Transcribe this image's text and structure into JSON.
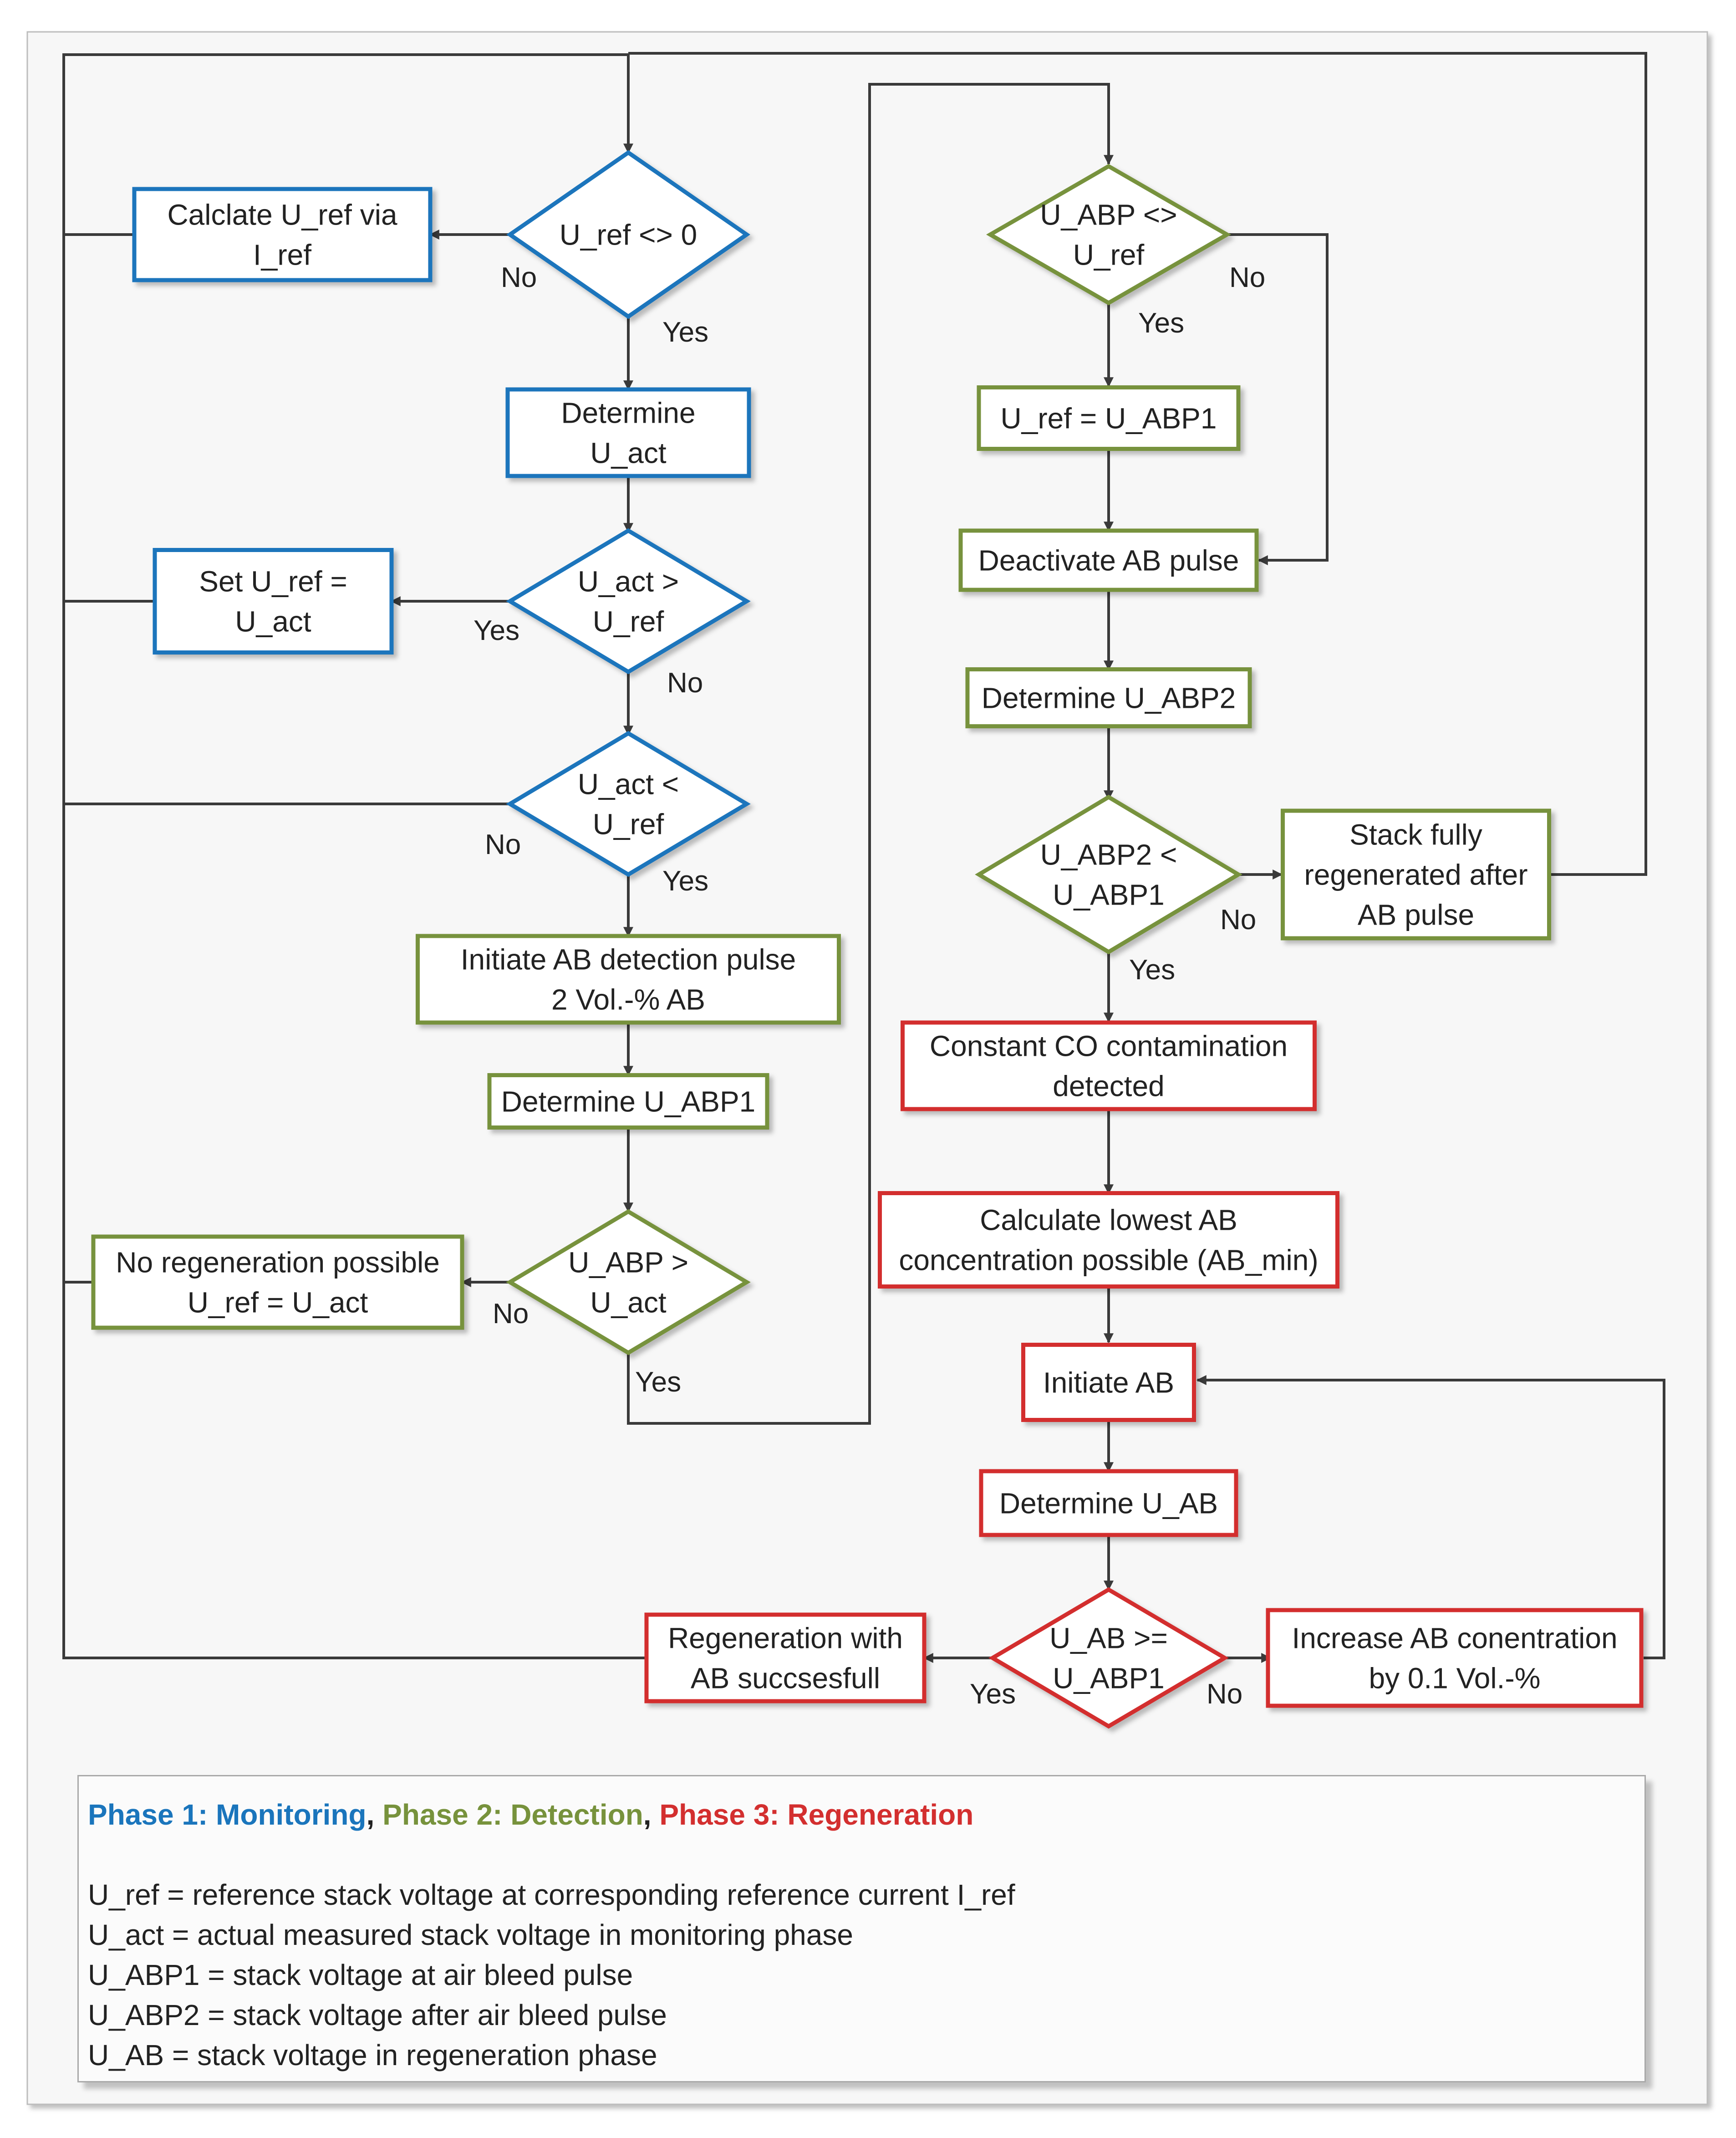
{
  "colors": {
    "phase1": "#1a75bc",
    "phase2": "#77923c",
    "phase3": "#d32f2f",
    "line": "#3a3a3a"
  },
  "nodes": {
    "n_uref0": [
      "U_ref <> 0"
    ],
    "n_calc": [
      "Calclate U_ref via",
      "I_ref"
    ],
    "n_det_act": [
      "Determine",
      "U_act"
    ],
    "n_act_gt": [
      "U_act >",
      "U_ref"
    ],
    "n_set": [
      "Set U_ref =",
      "U_act"
    ],
    "n_act_lt": [
      "U_act <",
      "U_ref"
    ],
    "n_init_pulse": [
      "Initiate AB detection pulse",
      "2 Vol.-% AB"
    ],
    "n_det_abp1": [
      "Determine U_ABP1"
    ],
    "n_abp_gt": [
      "U_ABP >",
      "U_act"
    ],
    "n_noregen": [
      "No regeneration possible",
      "U_ref = U_act"
    ],
    "n_abp_ne": [
      "U_ABP <>",
      "U_ref"
    ],
    "n_uref_abp1": [
      "U_ref = U_ABP1"
    ],
    "n_deact": [
      "Deactivate AB pulse"
    ],
    "n_det_abp2": [
      "Determine U_ABP2"
    ],
    "n_abp2_lt": [
      "U_ABP2 <",
      "U_ABP1"
    ],
    "n_stack_full": [
      "Stack fully",
      "regenerated after",
      "AB pulse"
    ],
    "n_const_co": [
      "Constant CO contamination",
      "detected"
    ],
    "n_calc_lowest": [
      "Calculate lowest AB",
      "concentration possible (AB_min)"
    ],
    "n_init_ab": [
      "Initiate AB"
    ],
    "n_det_uab": [
      "Determine U_AB"
    ],
    "n_uab_ge": [
      "U_AB >=",
      "U_ABP1"
    ],
    "n_regen_ok": [
      "Regeneration with",
      "AB succsesfull"
    ],
    "n_increase": [
      "Increase AB conentration",
      "by 0.1 Vol.-%"
    ]
  },
  "edge_labels": {
    "l_uref0_no": "No",
    "l_uref0_yes": "Yes",
    "l_actgt_yes": "Yes",
    "l_actgt_no": "No",
    "l_actlt_no": "No",
    "l_actlt_yes": "Yes",
    "l_abpgt_no": "No",
    "l_abpgt_yes": "Yes",
    "l_abpne_no": "No",
    "l_abpne_yes": "Yes",
    "l_abp2_no": "No",
    "l_abp2_yes": "Yes",
    "l_uab_yes": "Yes",
    "l_uab_no": "No"
  },
  "legend": {
    "phase1": "Phase 1: Monitoring",
    "sep1": ", ",
    "phase2": "Phase 2: Detection",
    "sep2": ", ",
    "phase3": "Phase 3: Regeneration",
    "definitions": [
      "U_ref = reference stack voltage at corresponding reference current I_ref",
      "U_act = actual measured stack voltage in monitoring phase",
      "U_ABP1 = stack voltage at air bleed pulse",
      "U_ABP2 = stack voltage after air bleed pulse",
      "U_AB = stack voltage in regeneration phase"
    ]
  }
}
